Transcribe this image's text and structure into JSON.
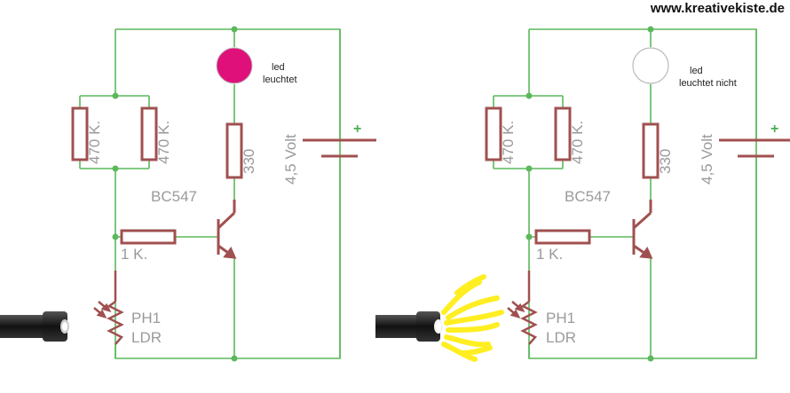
{
  "site": {
    "url": "www.kreativekiste.de"
  },
  "colors": {
    "wire": "#5cb85c",
    "component": "#a05050",
    "led_on": "#e0107a",
    "led_off": "#ffffff",
    "light_beam": "#ffee22",
    "label": "#9a9a9a"
  },
  "components": {
    "r1": "470 K.",
    "r2": "470 K.",
    "r_led": "330",
    "r_base": "1 K.",
    "transistor": "BC547",
    "ldr_name": "PH1",
    "ldr_type": "LDR",
    "battery": "4,5 Volt",
    "battery_plus": "+"
  },
  "left_circuit": {
    "led_status": [
      "led",
      "leuchtet"
    ],
    "led_on": true,
    "flashlight_on": false
  },
  "right_circuit": {
    "led_status": [
      "led",
      "leuchtet nicht"
    ],
    "led_on": false,
    "flashlight_on": true
  },
  "icons": {
    "flashlight": "flashlight-icon",
    "led": "led-icon"
  }
}
